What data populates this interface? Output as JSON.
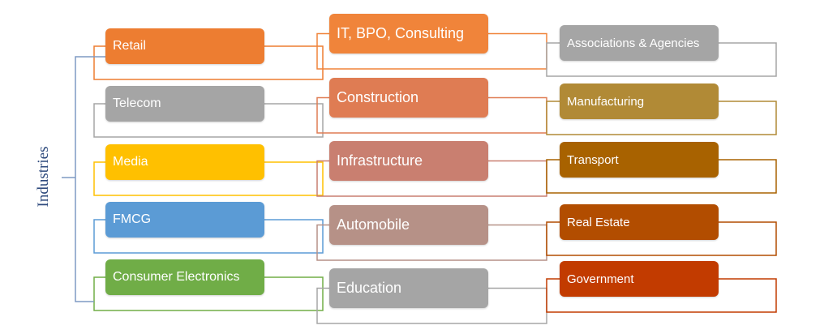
{
  "title": "Industries",
  "colors": {
    "title": "#2e4a7d",
    "bracket": "#7f9ac4"
  },
  "columns": [
    [
      {
        "label": "Retail",
        "color": "#ed7d31"
      },
      {
        "label": "Telecom",
        "color": "#a5a5a5"
      },
      {
        "label": "Media",
        "color": "#ffc000"
      },
      {
        "label": "FMCG",
        "color": "#5b9bd5"
      },
      {
        "label": "Consumer Electronics",
        "color": "#70ad47"
      }
    ],
    [
      {
        "label": "IT, BPO, Consulting",
        "color": "#f0843a"
      },
      {
        "label": "Construction",
        "color": "#df7c53"
      },
      {
        "label": "Infrastructure",
        "color": "#c97f70"
      },
      {
        "label": "Automobile",
        "color": "#b69187"
      },
      {
        "label": "Education",
        "color": "#a5a5a5"
      }
    ],
    [
      {
        "label": "Associations & Agencies",
        "color": "#a5a5a5"
      },
      {
        "label": "Manufacturing",
        "color": "#b18a36"
      },
      {
        "label": "Transport",
        "color": "#a86200"
      },
      {
        "label": "Real Estate",
        "color": "#b24d00"
      },
      {
        "label": "Government",
        "color": "#c23b00"
      }
    ]
  ]
}
